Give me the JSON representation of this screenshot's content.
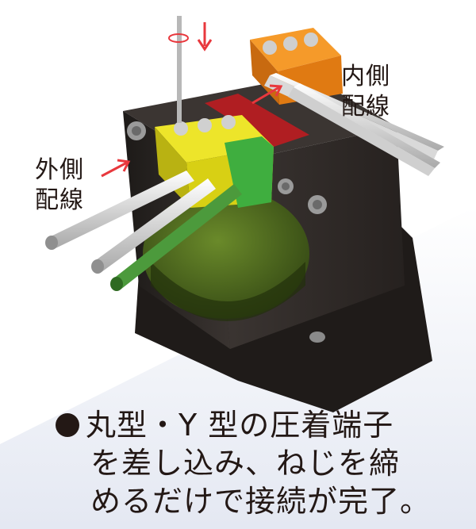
{
  "labels": {
    "inner_wiring_1": "内側",
    "inner_wiring_2": "配線",
    "outer_wiring_1": "外側",
    "outer_wiring_2": "配線"
  },
  "caption": {
    "line1": "丸型・Y 型の圧着端子",
    "line2": "を差し込み、ねじを締",
    "line3": "めるだけで接続が完了。"
  },
  "colors": {
    "arrow": "#e8383d",
    "terminal_yellow": "#e6e21a",
    "terminal_orange": "#f08a1e",
    "terminal_green": "#3aa53a",
    "core": "#2b2623",
    "coil": "#4f6a1f",
    "background_wedge": "#dde3f0"
  }
}
